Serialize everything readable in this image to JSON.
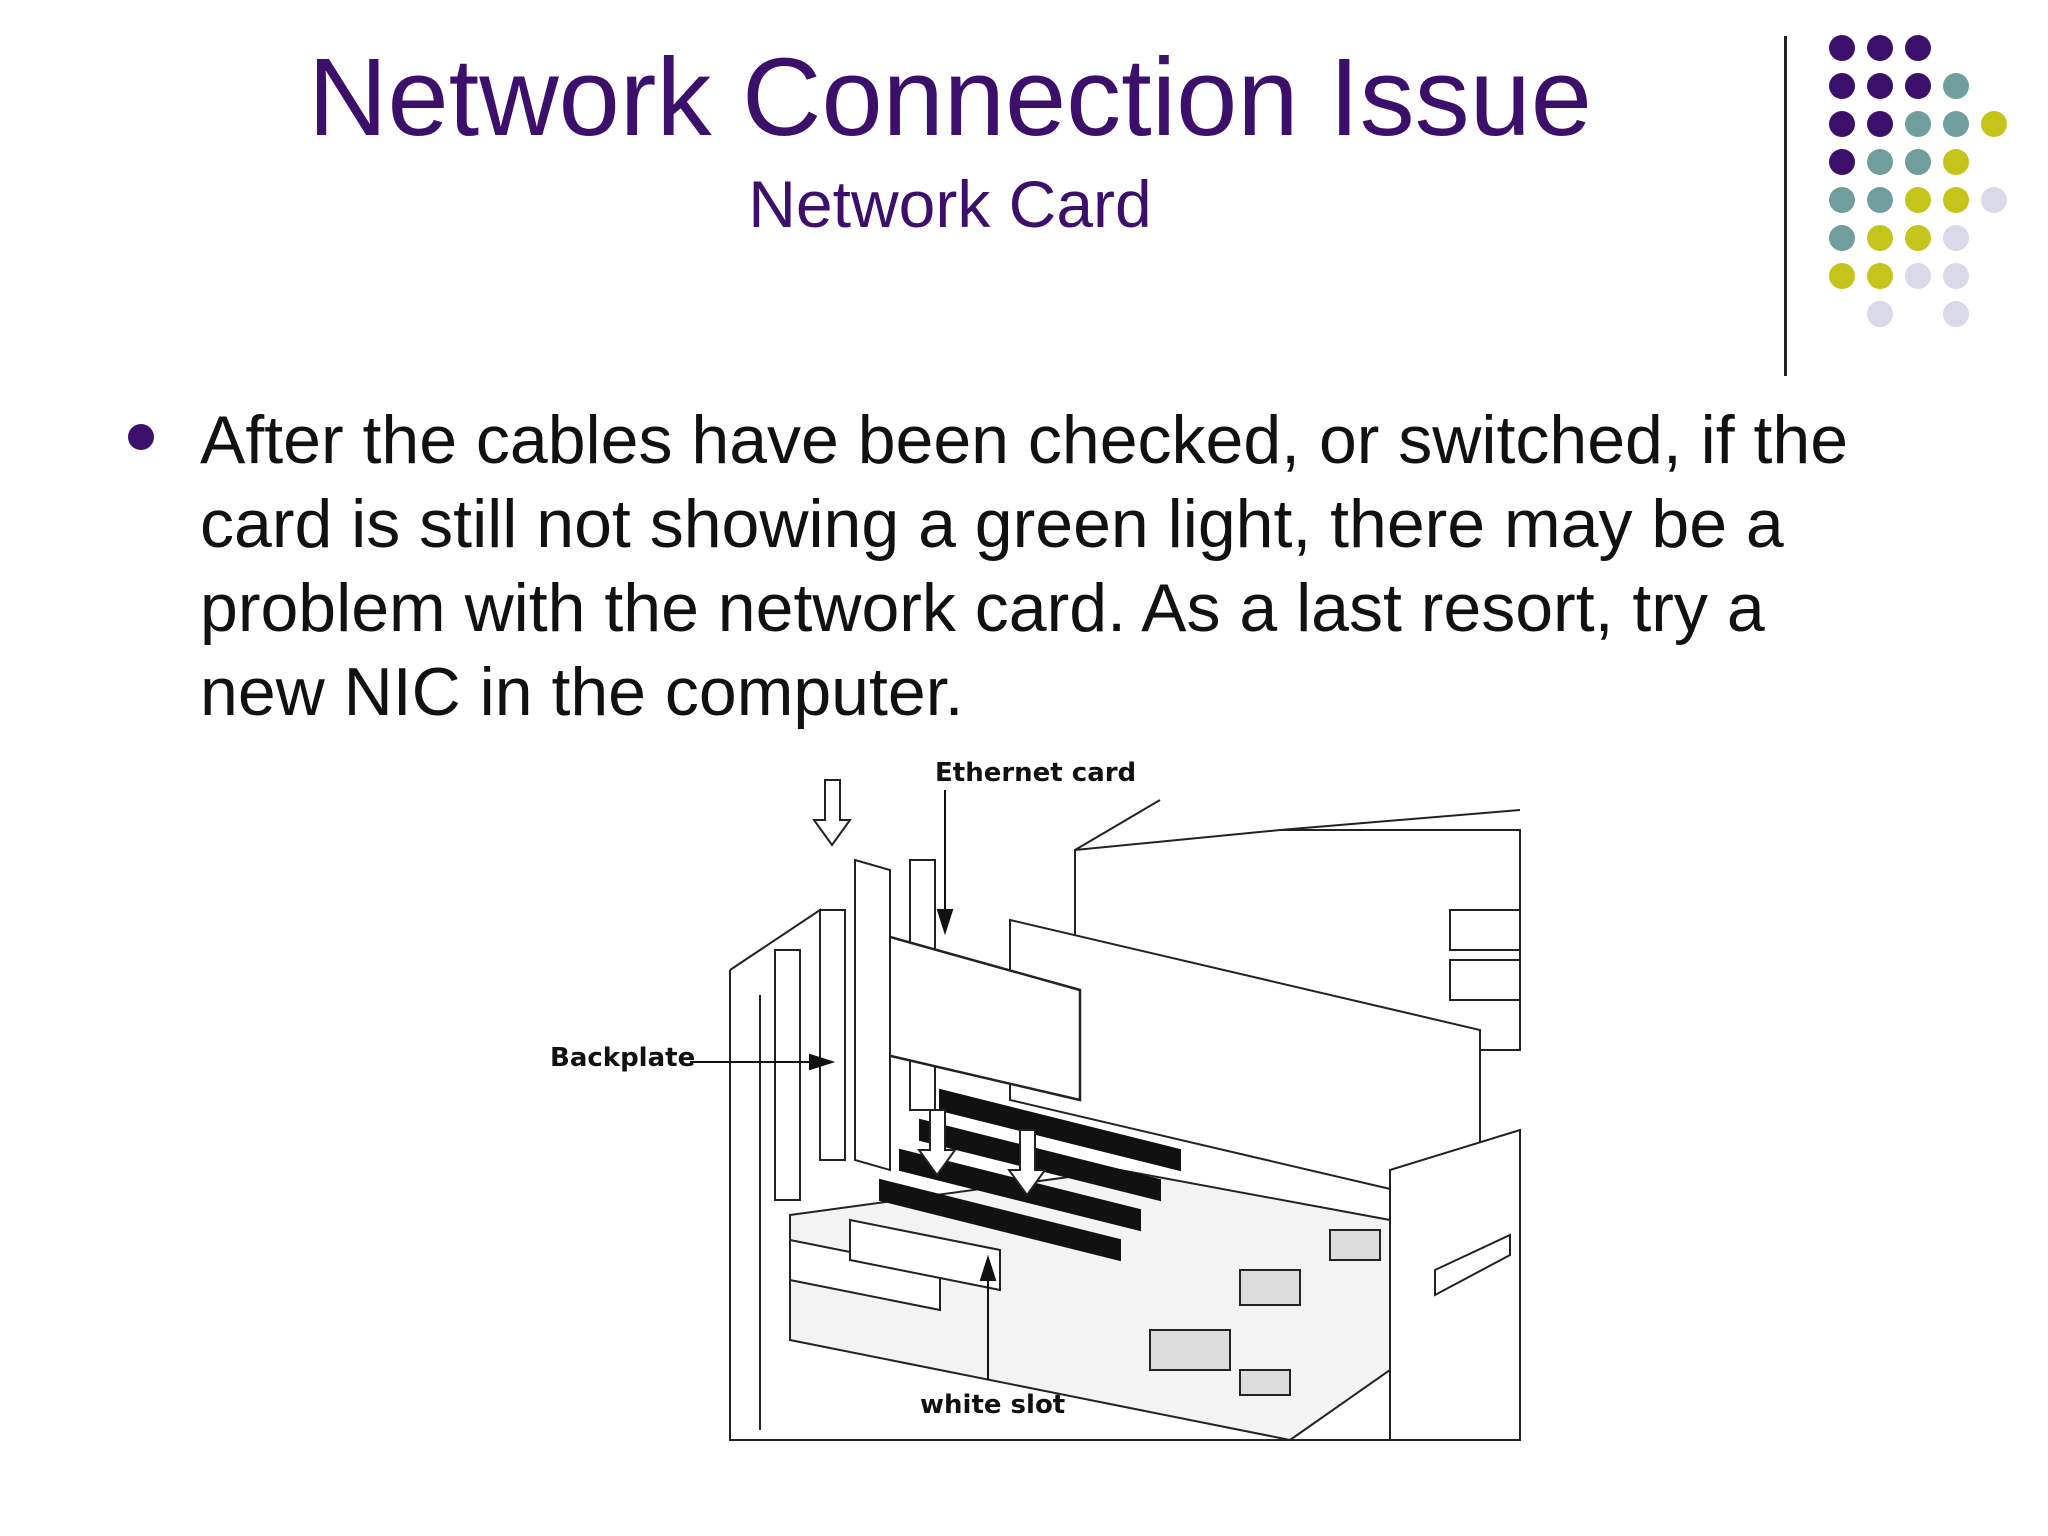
{
  "slide": {
    "title": "Network Connection Issue",
    "subtitle": "Network Card",
    "bullets": [
      "After the cables have been checked, or switched, if the card is still not showing a green light, there may be a problem with the network card.  As a last resort, try a new NIC in the computer."
    ]
  },
  "figure": {
    "labels": {
      "ethernet_card": "Ethernet card",
      "backplate": "Backplate",
      "white_slot": "white slot"
    }
  },
  "theme": {
    "title_color": "#3c0f6b",
    "dot_colors": [
      "#3c0f6b",
      "#6f9e9c",
      "#c4c41a",
      "#d9d9ea"
    ]
  }
}
